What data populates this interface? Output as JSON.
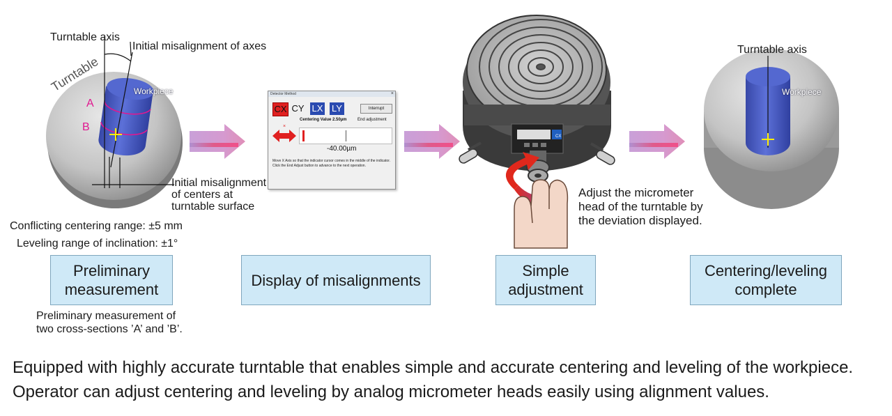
{
  "colors": {
    "step_box_fill": "#cfe9f7",
    "arrow_fill": "#c8a2d6",
    "workpiece": "#4a5fc8",
    "crosshair": "#ffee00",
    "section_marker": "#e01890",
    "adjust_arrow_red": "#e0281c",
    "adjust_arrow_blue": "#2a5ab8"
  },
  "step1": {
    "turntable_axis": "Turntable axis",
    "initial_misalignment_axes": "Initial misalignment of axes",
    "turntable_word": "Turntable",
    "workpiece": "Workpiece",
    "section_a": "A",
    "section_b": "B",
    "initial_misalignment_centers_1": "Initial misalignment",
    "initial_misalignment_centers_2": "of centers at",
    "initial_misalignment_centers_3": "turntable surface",
    "conflicting_range": "Conflicting centering range: ±5 mm",
    "leveling_range": "Leveling range of inclination: ±1°",
    "box_line1": "Preliminary",
    "box_line2": "measurement",
    "caption_line1": "Preliminary measurement of",
    "caption_line2": "two cross-sections ’A’ and ’B’."
  },
  "step2": {
    "window_title": "Detector Method",
    "axes": [
      "CX",
      "CY",
      "LX",
      "LY"
    ],
    "interrupt": "Interrupt",
    "centering_value": "Centering Value 2.50µm",
    "end_adjustment": "End adjustment",
    "value": "-40.00µm",
    "note": "Move X Axis so that the indicator cursor comes in the middle of the indicator. Click the End Adjust button to advance to the next operation.",
    "box_label": "Display of misalignments"
  },
  "step3": {
    "panel_label": "CX",
    "adjust_line1": "Adjust the micrometer",
    "adjust_line2": "head of the turntable by",
    "adjust_line3": "the deviation displayed.",
    "box_line1": "Simple",
    "box_line2": "adjustment"
  },
  "step4": {
    "turntable_axis": "Turntable axis",
    "workpiece": "Workpiece",
    "box_line1": "Centering/leveling",
    "box_line2": "complete"
  },
  "description": {
    "line1": "Equipped with highly accurate turntable that enables simple and accurate centering and leveling of the workpiece.",
    "line2": "Operator can adjust centering and leveling by analog micrometer heads easily using alignment values."
  }
}
